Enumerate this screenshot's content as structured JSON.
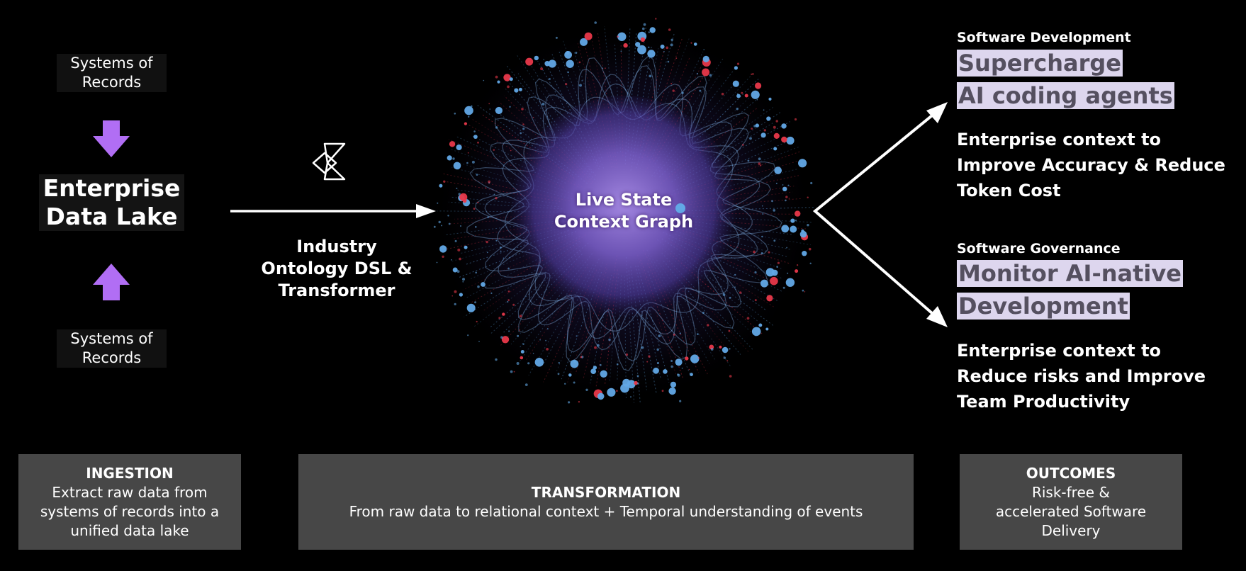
{
  "ingestion_panel": {
    "top_source_label": "Systems of Records",
    "center_title": "Enterprise Data Lake",
    "bottom_source_label": "Systems of Records"
  },
  "transformation_panel": {
    "ontology_label": "Industry Ontology DSL & Transformer",
    "graph_label": "Live State Context Graph"
  },
  "outcomes_panel": {
    "development": {
      "category": "Software Development",
      "headline_line1": "Supercharge",
      "headline_line2": "AI coding agents",
      "description": "Enterprise context to  Improve Accuracy &  Reduce Token Cost"
    },
    "governance": {
      "category": "Software Governance",
      "headline_line1": "Monitor AI-native",
      "headline_line2": "Development",
      "description": "Enterprise context to Reduce risks and Improve Team Productivity"
    }
  },
  "footer": {
    "ingestion": {
      "title": "INGESTION",
      "text": "Extract raw data from systems of records into a unified data lake"
    },
    "transformation": {
      "title": "TRANSFORMATION",
      "text": "From raw data to relational context + Temporal understanding of events"
    },
    "outcomes": {
      "title": "OUTCOMES",
      "text": "Risk-free & accelerated Software Delivery"
    }
  },
  "colors": {
    "background": "#000000",
    "arrow_purple": "#b16ef4",
    "highlight_bg": "#ddd6ee",
    "highlight_text": "#555060",
    "box_bg": "#474747",
    "node_blue": "#62a8e6",
    "node_red": "#e8384a",
    "core_purple": "#8a6fd6"
  },
  "icons": {
    "down_arrow": "purple-down-arrow-icon",
    "up_arrow": "purple-up-arrow-icon",
    "transformer_logo": "transformer-logo-icon"
  }
}
